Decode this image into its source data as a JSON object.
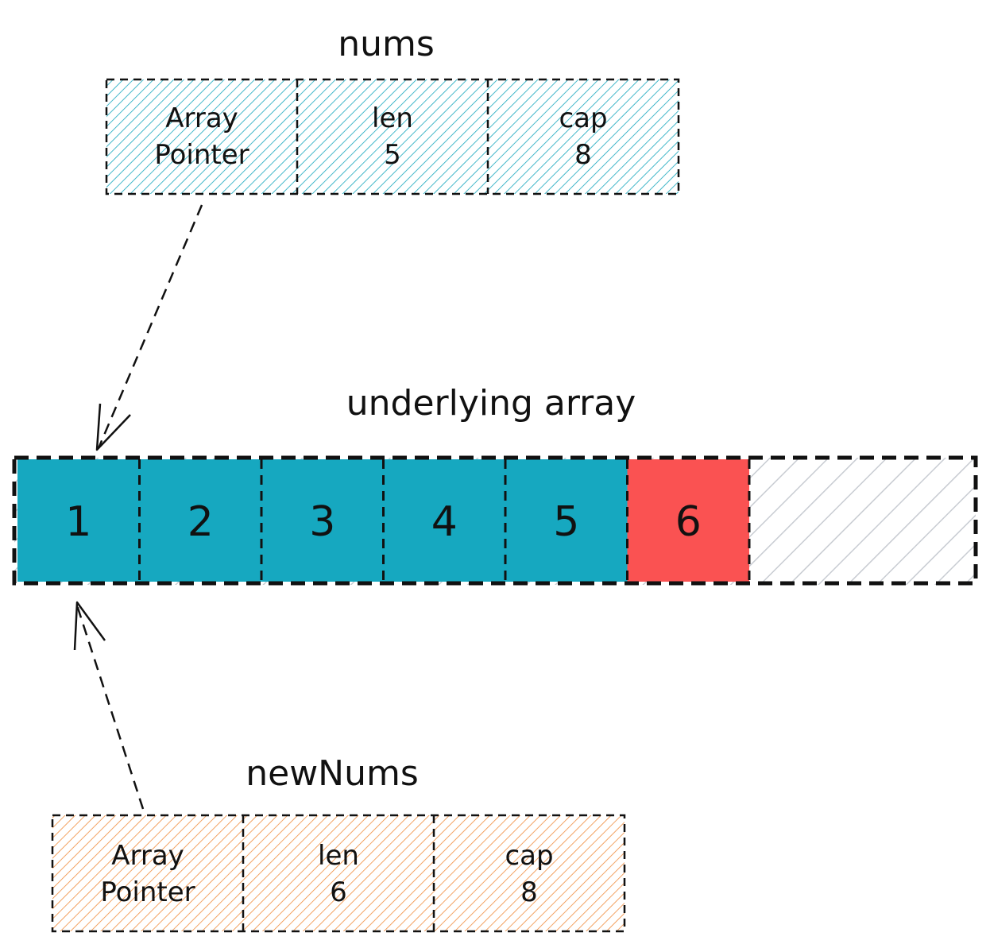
{
  "nums": {
    "title": "nums",
    "fields": [
      {
        "line1": "Array",
        "line2": "Pointer"
      },
      {
        "line1": "len",
        "line2": "5"
      },
      {
        "line1": "cap",
        "line2": "8"
      }
    ],
    "color": "#15a6bd"
  },
  "newNums": {
    "title": "newNums",
    "fields": [
      {
        "line1": "Array",
        "line2": "Pointer"
      },
      {
        "line1": "len",
        "line2": "6"
      },
      {
        "line1": "cap",
        "line2": "8"
      }
    ],
    "color": "#f08c3c"
  },
  "underlying": {
    "title": "underlying array",
    "cells": [
      {
        "label": "1",
        "color": "#16a8c0"
      },
      {
        "label": "2",
        "color": "#16a8c0"
      },
      {
        "label": "3",
        "color": "#16a8c0"
      },
      {
        "label": "4",
        "color": "#16a8c0"
      },
      {
        "label": "5",
        "color": "#16a8c0"
      },
      {
        "label": "6",
        "color": "#fa5252"
      }
    ],
    "empty_hatch_color": "#c8ccd2"
  }
}
